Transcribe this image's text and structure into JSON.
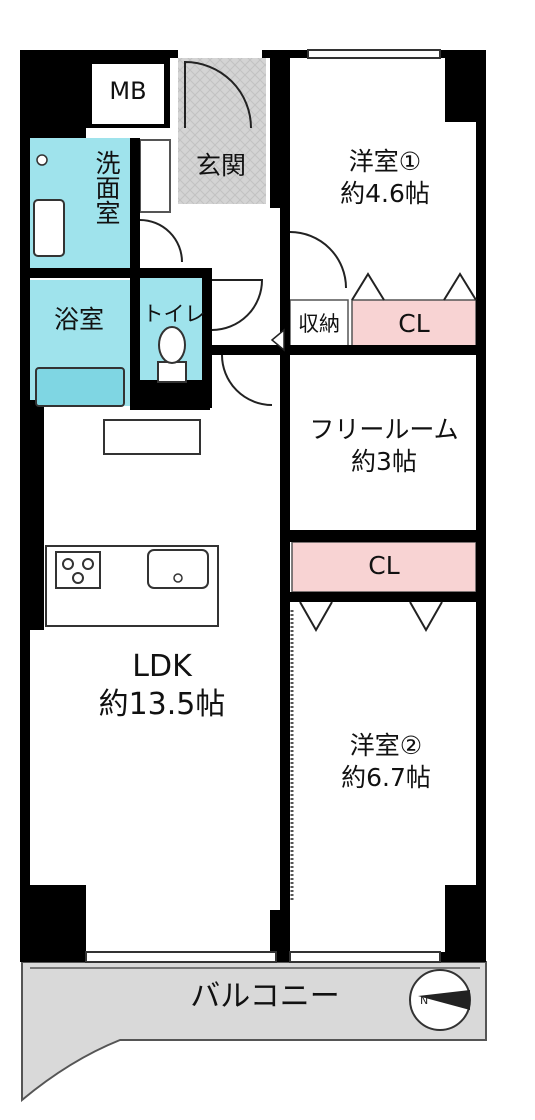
{
  "rooms": {
    "mb": "MB",
    "genkan": "玄関",
    "western1_name": "洋室①",
    "western1_size": "約4.6帖",
    "senmen": "洗面室",
    "bath": "浴室",
    "toilet": "トイレ",
    "shuno": "収納",
    "cl_top": "CL",
    "free_name": "フリールーム",
    "free_size": "約3帖",
    "cl_mid": "CL",
    "ldk_name": "LDK",
    "ldk_size": "約13.5帖",
    "western2_name": "洋室②",
    "western2_size": "約6.7帖",
    "balcony": "バルコニー"
  },
  "colors": {
    "wall": "#000000",
    "wet_area": "#9fe3ec",
    "closet": "#f8d3d3",
    "entrance_tile": "#d4d4d4",
    "balcony": "#d9d9d9",
    "bathtub": "#7fd6e3"
  },
  "compass_letter": "N"
}
